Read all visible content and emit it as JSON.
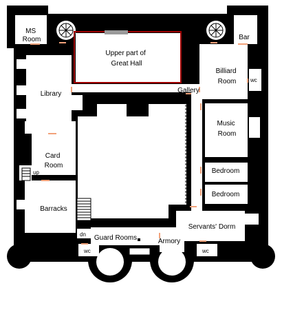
{
  "rooms": {
    "ms_room": [
      "MS",
      "Room"
    ],
    "bar": "Bar",
    "great_hall": [
      "Upper part of",
      "Great Hall"
    ],
    "library": "Library",
    "gallery": "Gallery",
    "billiard_room": [
      "Billiard",
      "Room"
    ],
    "music_room": [
      "Music",
      "Room"
    ],
    "card_room": [
      "Card",
      "Room"
    ],
    "bedroom_1": "Bedroom",
    "bedroom_2": "Bedroom",
    "barracks": "Barracks",
    "servants_dorm": "Servants' Dorm",
    "guard_rooms": "Guard Rooms",
    "armory": "Armory"
  },
  "labels": {
    "up": "up",
    "dn": "dn",
    "wc_ne": "wc",
    "wc_sw": "wc",
    "wc_se": "wc"
  },
  "colors": {
    "wall": "#000000",
    "floor": "#ffffff",
    "courtyard_line": "#000000",
    "door": "#f2a27a",
    "hall_edge": "#a00000",
    "skylight": "#9a9a9a"
  }
}
